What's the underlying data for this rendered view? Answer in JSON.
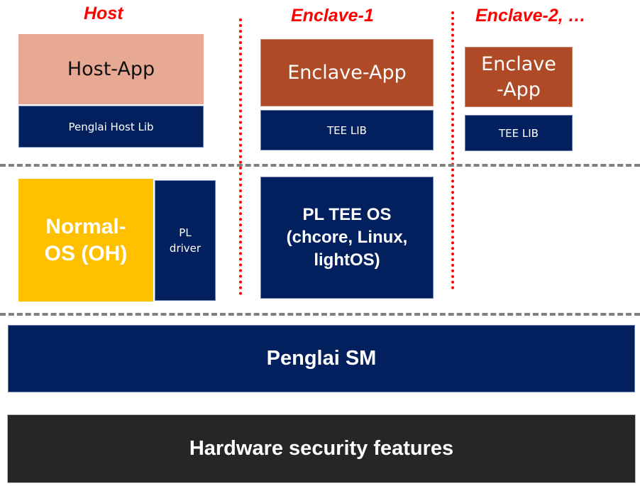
{
  "headings": {
    "host": "Host",
    "enclave1": "Enclave-1",
    "enclave2": "Enclave-2, …"
  },
  "host_column": {
    "app": "Host-App",
    "lib": "Penglai Host Lib"
  },
  "enclave1_column": {
    "app": "Enclave-App",
    "lib": "TEE LIB"
  },
  "enclave2_column": {
    "app_line1": "Enclave",
    "app_line2": "-App",
    "lib": "TEE LIB"
  },
  "os_layer": {
    "normal_os_line1": "Normal-",
    "normal_os_line2": "OS (OH)",
    "driver_line1": "PL",
    "driver_line2": "driver",
    "tee_os_line1": "PL TEE OS",
    "tee_os_line2": "(chcore, Linux,",
    "tee_os_line3": "lightOS)"
  },
  "sm_layer": {
    "label": "Penglai SM"
  },
  "hardware_layer": {
    "label": "Hardware security features"
  },
  "colors": {
    "heading_red": "#ff0000",
    "navy": "#02205e",
    "rust": "#ae4a26",
    "salmon": "#e8a994",
    "gold": "#ffc000",
    "dark": "#262626",
    "divider_gray": "#808080"
  }
}
